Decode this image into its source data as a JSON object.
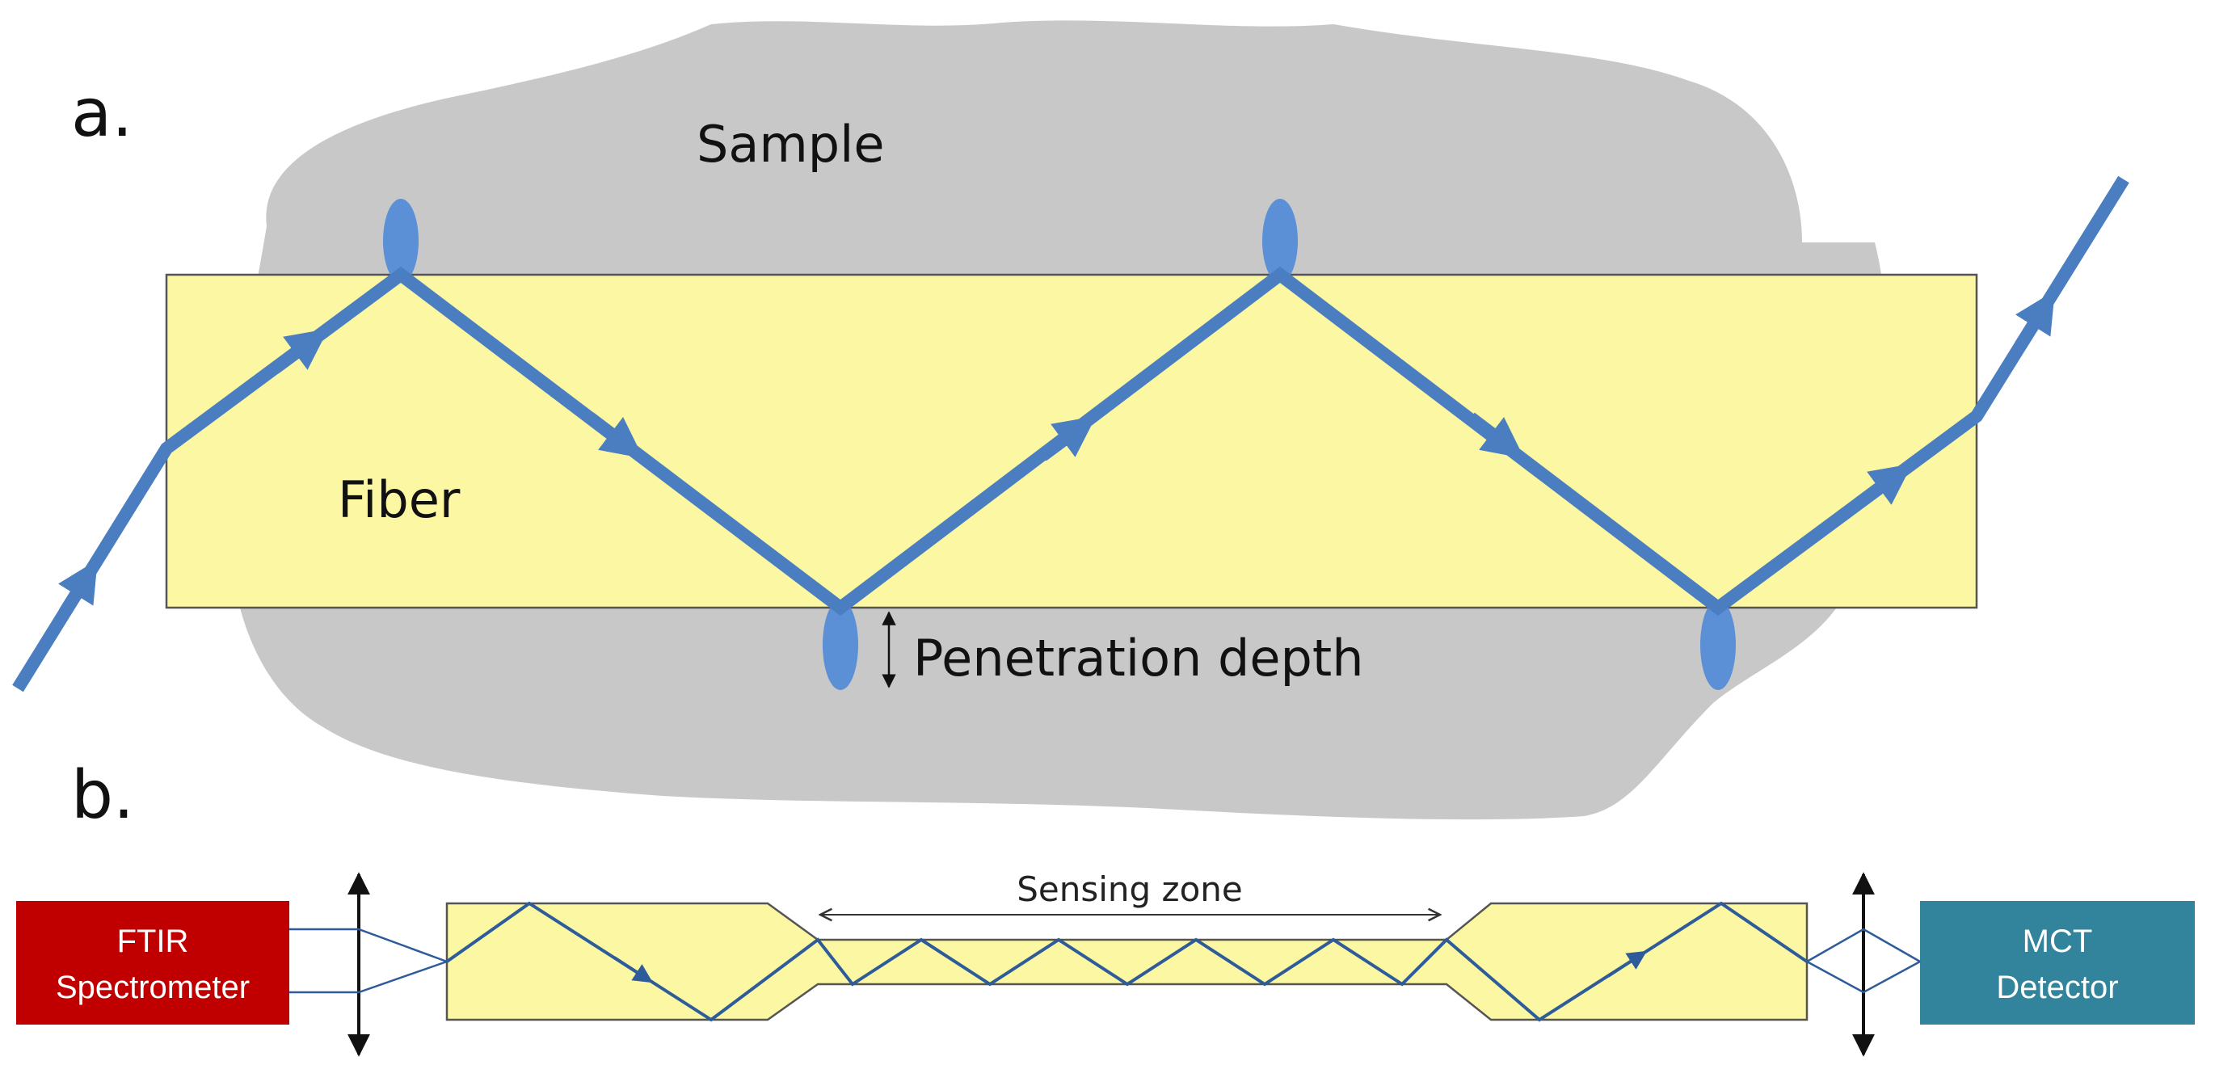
{
  "panel_a": {
    "label": "a.",
    "sample_label": "Sample",
    "fiber_label": "Fiber",
    "depth_label": "Penetration depth"
  },
  "panel_b": {
    "label": "b.",
    "source_label_line1": "FTIR",
    "source_label_line2": "Spectrometer",
    "zone_label": "Sensing zone",
    "detector_label_line1": "MCT",
    "detector_label_line2": "Detector"
  },
  "colors": {
    "sample": "#c8c8c8",
    "fiber": "#fbf7a3",
    "beam": "#4a7ec0",
    "evanescent": "#5b8fd6",
    "source_box": "#c00000",
    "detector_box": "#31849b",
    "thin_beam": "#2e5b9a"
  }
}
